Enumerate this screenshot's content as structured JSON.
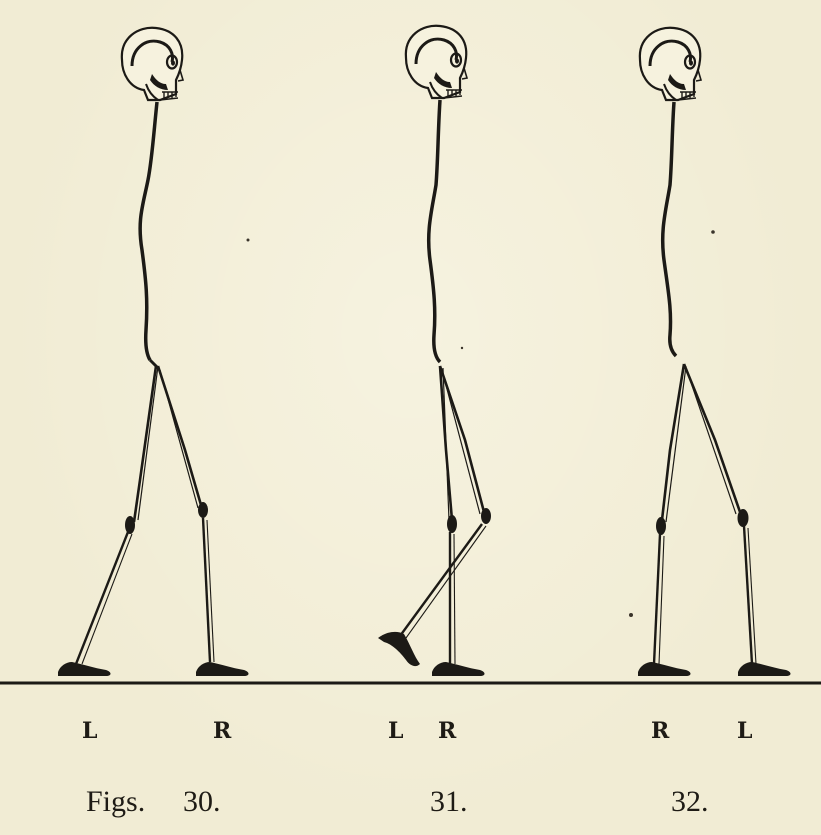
{
  "figures": [
    {
      "id": "30",
      "left_label": "L",
      "right_label": "R"
    },
    {
      "id": "31",
      "left_label": "L",
      "right_label": "R"
    },
    {
      "id": "32",
      "left_label": "R",
      "right_label": "L"
    }
  ],
  "caption": {
    "prefix": "Figs.",
    "numbers": [
      "30.",
      "31.",
      "32."
    ]
  },
  "colors": {
    "paper": "#f1ecd4",
    "ink": "#1c1a16"
  },
  "icons": [
    "skull-icon",
    "skeleton-figure"
  ]
}
